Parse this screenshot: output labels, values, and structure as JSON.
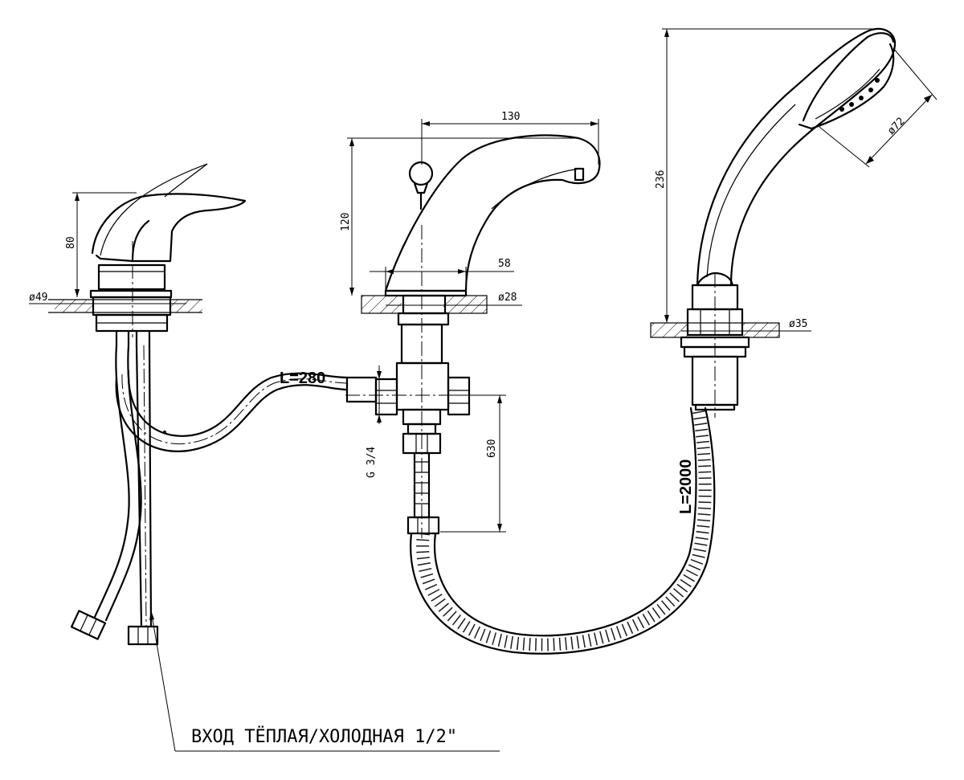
{
  "labels": {
    "dim_faucet_height": "80",
    "dim_faucet_base_dia": "ø49",
    "dim_spout_length": "130",
    "dim_spout_height": "120",
    "dim_spout_base_width": "58",
    "dim_spout_base_dia": "ø28",
    "dim_shower_height": "236",
    "dim_shower_head_dia": "ø72",
    "dim_shower_mount_dia": "ø35",
    "hose_length_short": "L=280",
    "thread_size": "G 3/4",
    "dim_drop": "630",
    "hose_length_long": "L=2000",
    "inlet_caption": "ВХОД ТЁПЛАЯ/ХОЛОДНАЯ 1/2\""
  }
}
